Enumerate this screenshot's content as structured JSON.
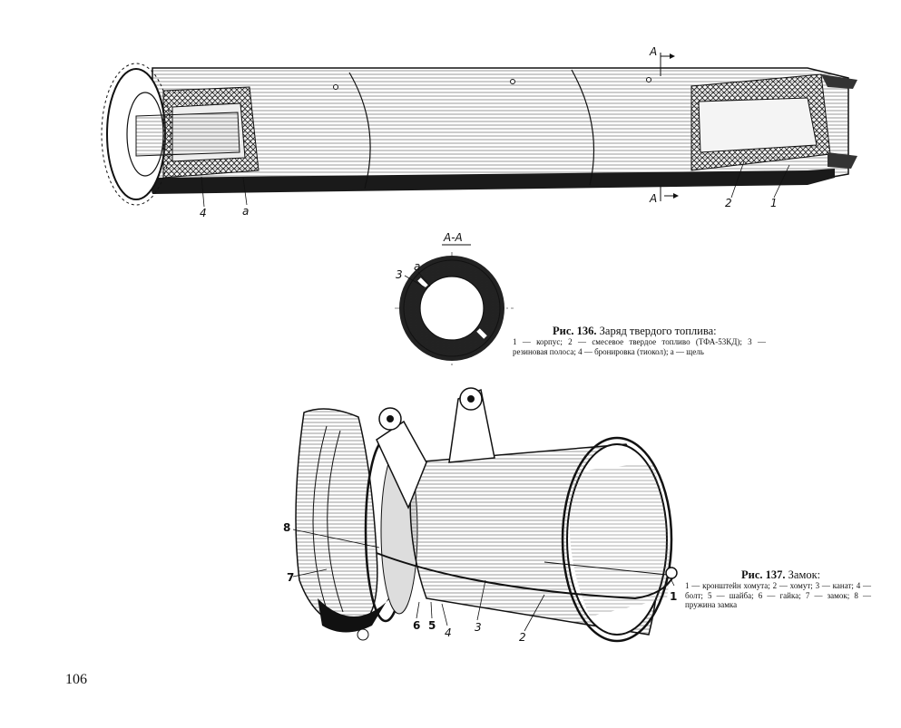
{
  "figure136": {
    "callouts": {
      "four": "4",
      "a": "а",
      "two": "2",
      "one": "1",
      "sectionA_top": "А",
      "sectionA_bottom": "А"
    },
    "section": {
      "title": "А-А",
      "label_a": "а",
      "label_3": "3"
    },
    "caption": {
      "prefix": "Рис. 136.",
      "title": "Заряд твердого топлива:",
      "legend": "1 — корпус; 2 — смесевое твердое топливо (ТФА-53КД); 3 — резиновая полоса; 4 — бронировка (тиокол); а — щель"
    }
  },
  "figure137": {
    "callouts": {
      "one": "1",
      "two": "2",
      "three": "3",
      "four": "4",
      "five": "5",
      "six": "6",
      "seven": "7",
      "eight": "8"
    },
    "caption": {
      "prefix": "Рис. 137.",
      "title": "Замок:",
      "legend": "1 — кронштейн хомута; 2 — хомут; 3 — канат; 4 — болт; 5 — шайба; 6 — гайка; 7 — замок; 8 — пружина замка"
    }
  },
  "page": {
    "number": "106"
  }
}
